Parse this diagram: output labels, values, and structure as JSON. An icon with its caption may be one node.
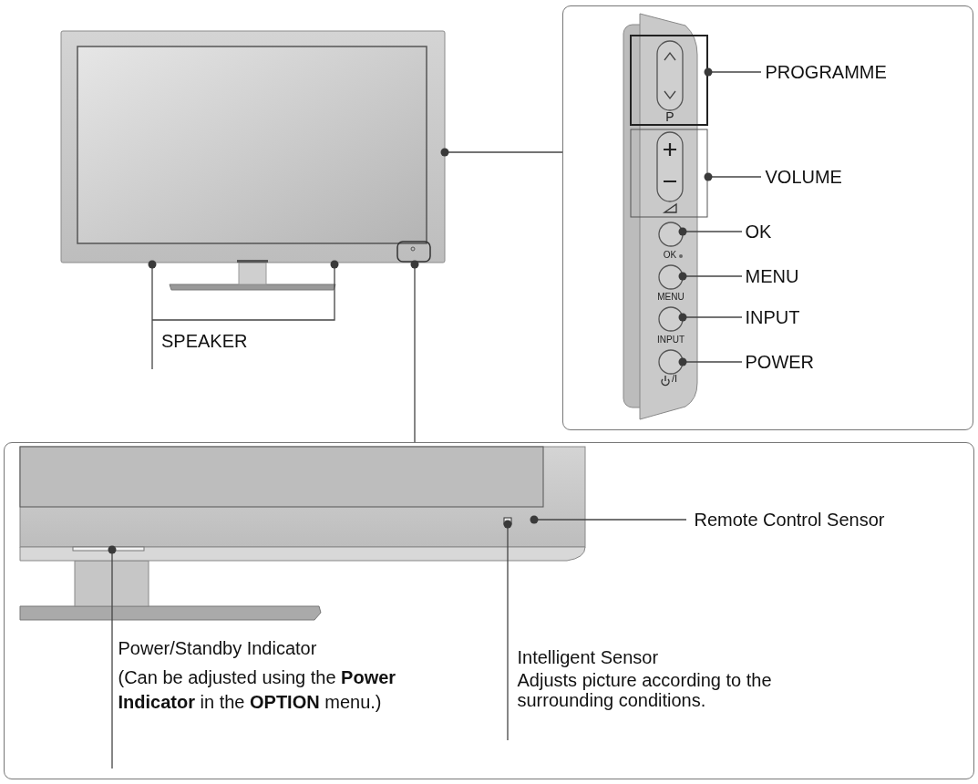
{
  "diagram": {
    "nodes": [
      {
        "text": [],
        "shape": "picture"
      },
      {
        "text": [],
        "shape": "box"
      },
      {
        "text": [],
        "shape": "picture",
        "in": 1
      },
      {
        "text": [
          "PROGRAMME"
        ],
        "in": 1
      },
      {
        "text": [
          "VOLUME"
        ],
        "in": 1
      },
      {
        "text": [
          "OK"
        ],
        "in": 1
      },
      {
        "text": [
          "MENU"
        ],
        "in": 1
      },
      {
        "text": [
          "INPUT"
        ],
        "in": 1
      },
      {
        "text": [
          "POWER"
        ],
        "in": 1
      },
      {
        "text": [
          "SPEAKER"
        ]
      },
      {
        "text": [],
        "shape": "box"
      },
      {
        "text": [],
        "shape": "picture",
        "in": 10
      },
      {
        "text": [
          "Remote Control Sensor"
        ],
        "in": 10
      },
      {
        "text": [
          "Power/Standby Indicator",
          "(Can be adjusted using the **Power Indicator** in the **OPTION** menu.)"
        ],
        "in": 10
      },
      {
        "text": [
          "Intelligent Sensor",
          "Adjusts picture according to the surrounding conditions."
        ],
        "in": 10
      }
    ],
    "edges": [
      {
        "from": 1,
        "to": 0,
        "arrow": "other"
      },
      {
        "from": 9,
        "to": 0,
        "arrow": "other"
      },
      {
        "from": 9,
        "to": 0,
        "arrow": "other"
      },
      {
        "from": 10,
        "to": 0,
        "arrow": "other"
      },
      {
        "from": 3,
        "to": 2,
        "arrow": "other"
      },
      {
        "from": 4,
        "to": 2,
        "arrow": "other"
      },
      {
        "from": 5,
        "to": 2,
        "arrow": "other"
      },
      {
        "from": 6,
        "to": 2,
        "arrow": "other"
      },
      {
        "from": 7,
        "to": 2,
        "arrow": "other"
      },
      {
        "from": 8,
        "to": 2,
        "arrow": "other"
      },
      {
        "from": 12,
        "to": 11,
        "arrow": "other"
      },
      {
        "from": 13,
        "to": 11,
        "arrow": "other"
      },
      {
        "from": 14,
        "to": 11,
        "arrow": "other"
      }
    ],
    "labels": [
      "P",
      "OK",
      "MENU",
      "INPUT",
      "/I"
    ]
  }
}
